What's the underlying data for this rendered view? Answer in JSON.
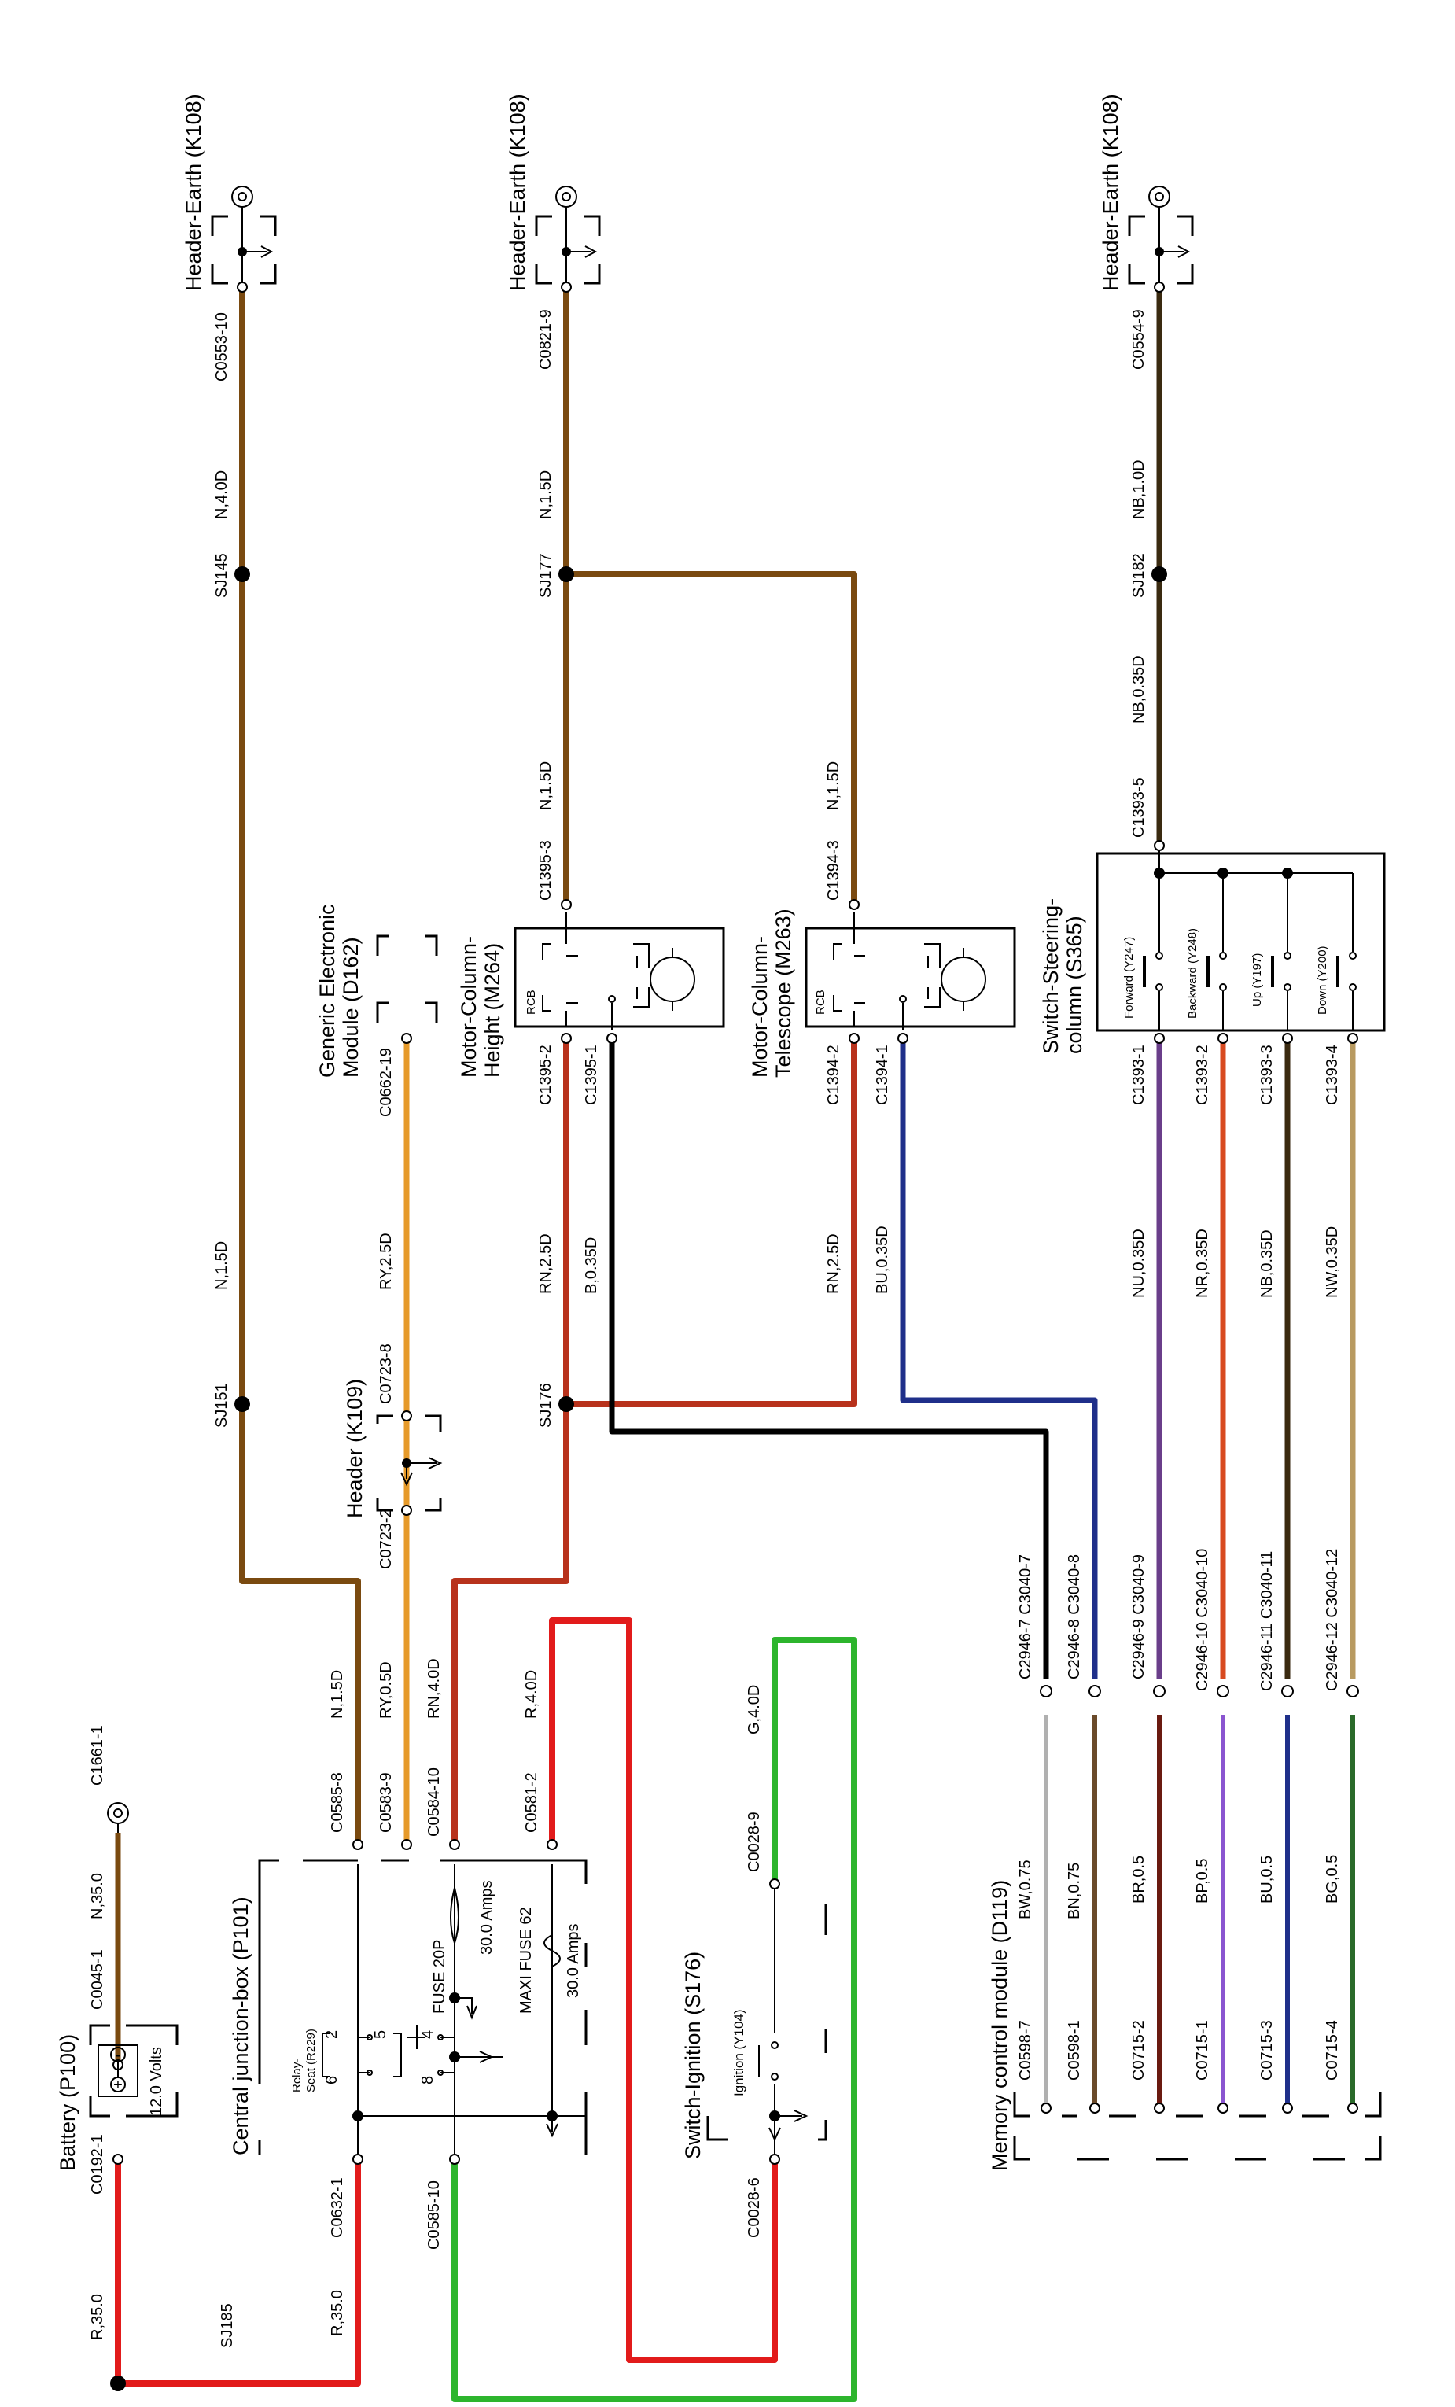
{
  "colors": {
    "N": "#7a4a10",
    "R": "#e21b1b",
    "G": "#2db52d",
    "RN": "#b8321c",
    "RY": "#e69a2a",
    "B": "#000000",
    "BU": "#1f2f8a",
    "NU": "#6a3e8a",
    "NR": "#d84a20",
    "NB": "#3a2a10",
    "NW": "#b89a60",
    "BW": "#b0b0b0",
    "BN": "#6a4a2a",
    "BR": "#6a1a10",
    "BP": "#8a55d0",
    "BG": "#2a6a2a"
  },
  "components": {
    "battery": {
      "title": "Battery (P100)",
      "volts": "12.0 Volts",
      "plus": "+",
      "minus": "-"
    },
    "cjb": {
      "title": "Central junction-box (P101)",
      "relay_line1": "Relay-",
      "relay_line2": "Seat (R229)",
      "pin6": "6",
      "pin2": "2",
      "pin8": "8",
      "pin4": "4",
      "pin5": "5",
      "fuse20": "FUSE 20P",
      "fuse20_rating": "30.0 Amps",
      "fuse62": "MAXI FUSE 62",
      "fuse62_rating": "30.0 Amps"
    },
    "ignition": {
      "title": "Switch-Ignition (S176)",
      "contact": "Ignition (Y104)"
    },
    "mcm": {
      "title": "Memory control module (D119)"
    },
    "gem": {
      "line1": "Generic Electronic",
      "line2": "Module (D162)"
    },
    "header_k109": {
      "title": "Header (K109)"
    },
    "motor_height": {
      "line1": "Motor-Column-",
      "line2": "Height (M264)",
      "rcb": "RCB"
    },
    "motor_tele": {
      "line1": "Motor-Column-",
      "line2": "Telescope (M263)",
      "rcb": "RCB"
    },
    "switch_sc": {
      "line1": "Switch-Steering-",
      "line2": "column (S365)",
      "forward": "Forward (Y247)",
      "backward": "Backward (Y248)",
      "up": "Up (Y197)",
      "down": "Down (Y200)"
    },
    "earth": "Header-Earth (K108)"
  },
  "connectors": {
    "c0192_1": "C0192-1",
    "c0045_1": "C0045-1",
    "c1661_1": "C1661-1",
    "c0632_1": "C0632-1",
    "c0585_10": "C0585-10",
    "c0585_8": "C0585-8",
    "c0583_9": "C0583-9",
    "c0584_10": "C0584-10",
    "c0581_2": "C0581-2",
    "c0028_6": "C0028-6",
    "c0028_9": "C0028-9",
    "c0598_7": "C0598-7",
    "c0598_1": "C0598-1",
    "c0715_2": "C0715-2",
    "c0715_1": "C0715-1",
    "c0715_3": "C0715-3",
    "c0715_4": "C0715-4",
    "c2946_7": "C2946-7 C3040-7",
    "c2946_8": "C2946-8 C3040-8",
    "c2946_9": "C2946-9 C3040-9",
    "c2946_10": "C2946-10 C3040-10",
    "c2946_11": "C2946-11 C3040-11",
    "c2946_12": "C2946-12 C3040-12",
    "c0723_2": "C0723-2",
    "c0723_8": "C0723-8",
    "c0662_19": "C0662-19",
    "c1395_2": "C1395-2",
    "c1395_1": "C1395-1",
    "c1395_3": "C1395-3",
    "c1394_2": "C1394-2",
    "c1394_1": "C1394-1",
    "c1394_3": "C1394-3",
    "c1393_1": "C1393-1",
    "c1393_2": "C1393-2",
    "c1393_3": "C1393-3",
    "c1393_4": "C1393-4",
    "c1393_5": "C1393-5",
    "c0553_10": "C0553-10",
    "c0821_9": "C0821-9",
    "c0554_9": "C0554-9"
  },
  "splices": {
    "sj185": "SJ185",
    "sj151": "SJ151",
    "sj145": "SJ145",
    "sj176": "SJ176",
    "sj177": "SJ177",
    "sj182": "SJ182"
  },
  "wires": {
    "r35_a": "R,35.0",
    "r35_b": "R,35.0",
    "n35": "N,35.0",
    "n15_cjb": "N,1.5D",
    "ry05": "RY,0.5D",
    "rn40": "RN,4.0D",
    "r40": "R,4.0D",
    "g40": "G,4.0D",
    "bw075": "BW,0.75",
    "bn075": "BN,0.75",
    "br05": "BR,0.5",
    "bp05": "BP,0.5",
    "bu05": "BU,0.5",
    "bg05": "BG,0.5",
    "n15_sj151": "N,1.5D",
    "n40_sj145": "N,4.0D",
    "ry25": "RY,2.5D",
    "rn25_h": "RN,2.5D",
    "b035": "B,0.35D",
    "n15_h_up": "N,1.5D",
    "n15_sj177": "N,1.5D",
    "rn25_t": "RN,2.5D",
    "bu035": "BU,0.35D",
    "n15_t_up": "N,1.5D",
    "nu035": "NU,0.35D",
    "nr035": "NR,0.35D",
    "nb035_lo": "NB,0.35D",
    "nw035": "NW,0.35D",
    "nb035_up": "NB,0.35D",
    "nb10": "NB,1.0D"
  }
}
